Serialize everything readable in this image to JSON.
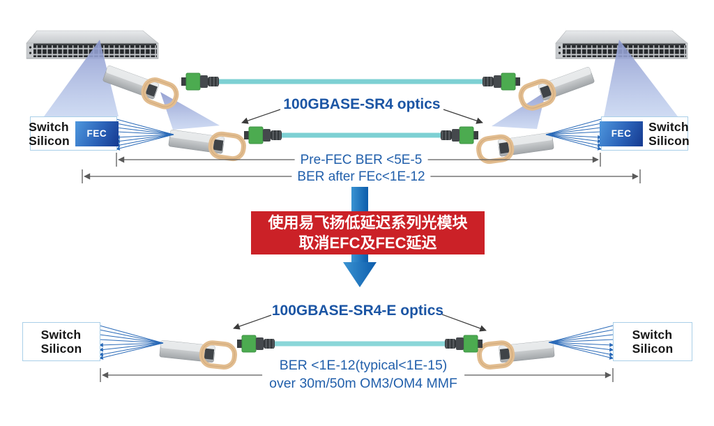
{
  "top_section": {
    "optics_label": "100GBASE-SR4 optics",
    "pre_fec_ber": "Pre-FEC BER <5E-5",
    "post_fec_ber": "BER after FEc<1E-12",
    "left_chip": {
      "name_line1": "Switch",
      "name_line2": "Silicon",
      "fec_label": "FEC"
    },
    "right_chip": {
      "name_line1": "Switch",
      "name_line2": "Silicon",
      "fec_label": "FEC"
    }
  },
  "banner": {
    "line1": "使用易飞扬低延迟系列光模块",
    "line2": "取消EFC及FEC延迟"
  },
  "bottom_section": {
    "optics_label": "100GBASE-SR4-E optics",
    "ber": "BER <1E-12(typical<1E-15)",
    "reach": "over 30m/50m OM3/OM4 MMF",
    "left_chip": {
      "name_line1": "Switch",
      "name_line2": "Silicon"
    },
    "right_chip": {
      "name_line1": "Switch",
      "name_line2": "Silicon"
    }
  },
  "colors": {
    "accent_blue_text": "#1b55a4",
    "banner_red": "#cb2127",
    "fiber_cable_teal": "#7dd0d3",
    "fec_chip_gradient_start": "#4e97dd",
    "fec_chip_gradient_end": "#15398f",
    "beam_blue": "#8d99ce",
    "lane_fan_blue": "#2a6ab8",
    "dimension_gray": "#5a5a5a",
    "transition_arrow_blue": "#0d5fae"
  }
}
